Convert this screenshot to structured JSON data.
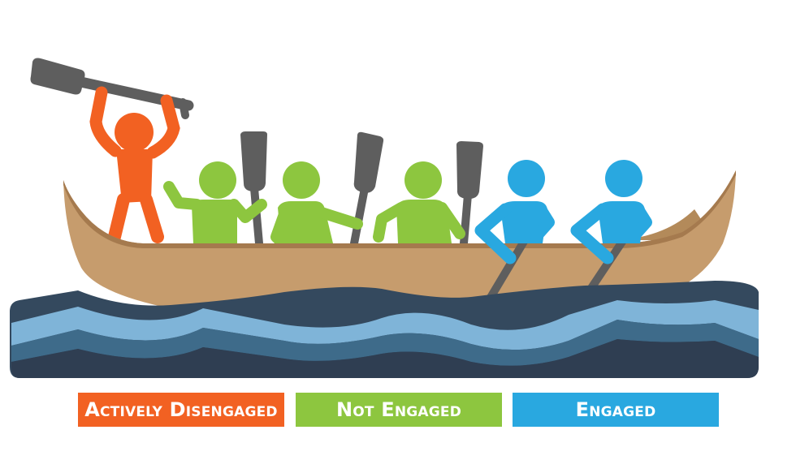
{
  "legend": {
    "actively_disengaged": "Actively Disengaged",
    "not_engaged": "Not Engaged",
    "engaged": "Engaged"
  },
  "colors": {
    "actively_disengaged": "#f26122",
    "not_engaged": "#8dc63f",
    "engaged": "#29a8e0",
    "canoe": "#c69c6d",
    "canoe_edge": "#a57a4e",
    "paddle": "#5e5e5e",
    "water_dark": "#34495e",
    "water_mid": "#3e6b8a",
    "water_light": "#7fb4d8"
  },
  "icons": [
    "paddle-icon",
    "person-icon",
    "canoe-icon",
    "waves-icon"
  ]
}
